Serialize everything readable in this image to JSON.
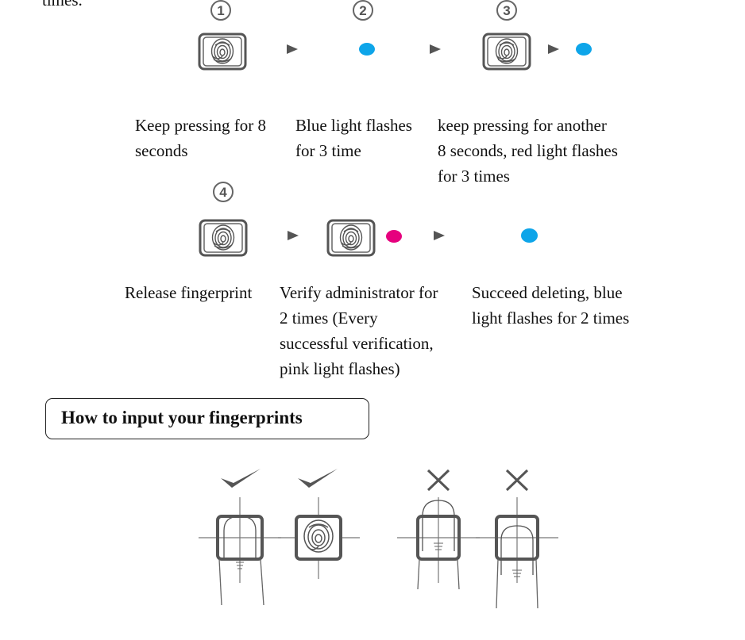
{
  "top_fragment": "times.",
  "steps_row1": [
    {
      "number": "1",
      "caption": "Keep pressing for 8\nseconds"
    },
    {
      "number": "2",
      "caption": "Blue light flashes\nfor 3 time"
    },
    {
      "number": "3",
      "caption": "keep pressing for another\n8 seconds, red light flashes\nfor 3 times"
    }
  ],
  "steps_row2": [
    {
      "number": "4",
      "caption": "Release fingerprint"
    },
    {
      "caption": "Verify administrator for\n2 times (Every\nsuccessful verification,\npink light flashes)"
    },
    {
      "caption": "Succeed deleting, blue\nlight flashes for 2 times"
    }
  ],
  "section_heading": "How to input your fingerprints",
  "colors": {
    "blue_light": "#0ea5e9",
    "pink_light": "#e6007e",
    "icon_gray": "#555555"
  },
  "examples": [
    {
      "icon": "checkmark-icon",
      "verdict": "correct"
    },
    {
      "icon": "checkmark-icon",
      "verdict": "correct"
    },
    {
      "icon": "cross-icon",
      "verdict": "incorrect"
    },
    {
      "icon": "cross-icon",
      "verdict": "incorrect"
    }
  ]
}
